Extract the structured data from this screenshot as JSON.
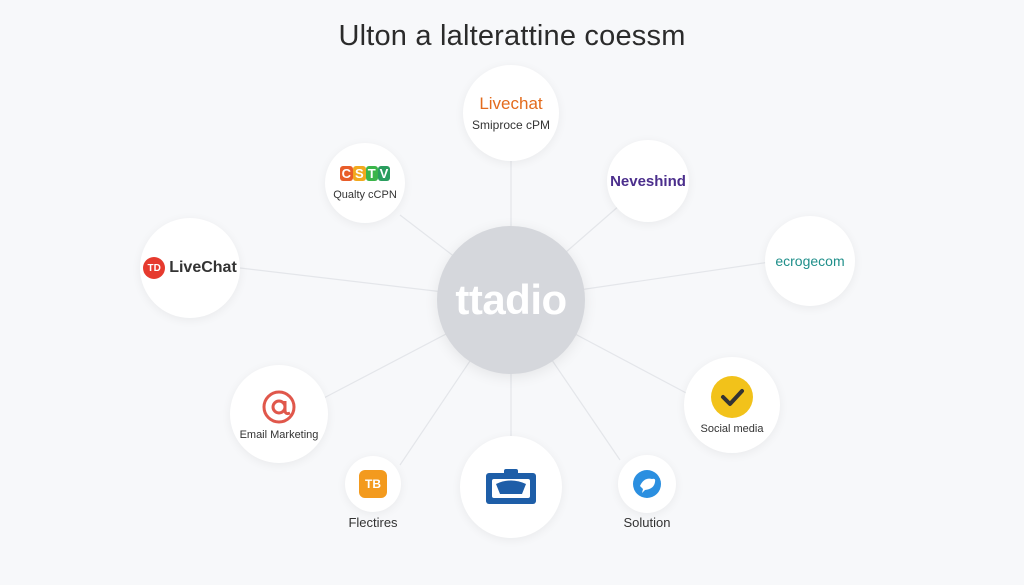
{
  "title": "Ulton a lalterattine coessm",
  "hub": {
    "label": "ttadio",
    "color": "#d5d7dc"
  },
  "nodes": {
    "top": {
      "brand": "Livechat",
      "sub": "Smiproce cPM",
      "brand_color": "#e36b1d"
    },
    "quality": {
      "logo": "CSTV",
      "sub": "Qualty cCPN",
      "logo_colors": [
        "#e85d2a",
        "#f2a91e",
        "#3bb54a",
        "#2a9d5f"
      ]
    },
    "neveshind": {
      "brand": "Neveshind",
      "brand_color": "#4b2e8c"
    },
    "livechat_left": {
      "badge": "TD",
      "brand": "LiveChat",
      "badge_color": "#e63a2e"
    },
    "ecrogecom": {
      "brand": "ecrogecom",
      "brand_color": "#1f8f8a"
    },
    "email": {
      "label": "Email Marketing",
      "icon": "at-icon",
      "icon_color": "#e0574b"
    },
    "social": {
      "label": "Social media",
      "icon": "checkmark-icon",
      "icon_color": "#f2c21a"
    },
    "flectires": {
      "badge": "TB",
      "label": "Flectires",
      "badge_color": "#f39a1e"
    },
    "camera": {
      "icon": "camera-icon",
      "icon_color": "#1e5ea8"
    },
    "solution": {
      "label": "Solution",
      "icon": "bird-icon",
      "icon_color": "#2b8fe0"
    }
  }
}
